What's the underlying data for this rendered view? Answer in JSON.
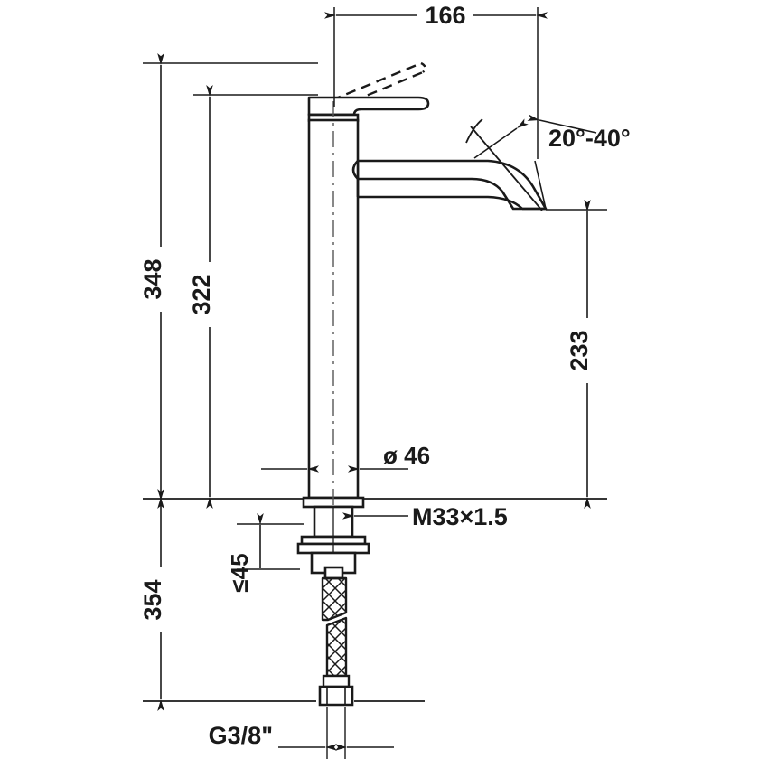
{
  "drawing": {
    "type": "technical-dimension-drawing",
    "subject": "single-lever basin mixer tall faucet",
    "units": "mm",
    "background_color": "#ffffff",
    "line_color": "#1a1a1a",
    "dimension_color": "#3c3c3c"
  },
  "dimensions": {
    "width_overall": "166",
    "height_overall": "348",
    "height_body": "322",
    "height_spout": "233",
    "height_below_deck": "354",
    "diameter_column": "ø 46",
    "thread_mounting": "M33×1.5",
    "deck_thickness_max": "≤45",
    "connection_thread": "G3/8\"",
    "swivel_angle": "20°-40°"
  },
  "labels": [
    {
      "id": "width-166",
      "text": "166",
      "orientation": "horizontal"
    },
    {
      "id": "angle-range",
      "text": "20°-40°",
      "orientation": "horizontal"
    },
    {
      "id": "height-348",
      "text": "348",
      "orientation": "vertical"
    },
    {
      "id": "height-322",
      "text": "322",
      "orientation": "vertical"
    },
    {
      "id": "height-233",
      "text": "233",
      "orientation": "vertical"
    },
    {
      "id": "height-354",
      "text": "354",
      "orientation": "vertical"
    },
    {
      "id": "deck-max-45",
      "text": "≤45",
      "orientation": "vertical"
    },
    {
      "id": "diameter-46",
      "text": "ø 46",
      "orientation": "horizontal"
    },
    {
      "id": "thread-m33",
      "text": "M33×1.5",
      "orientation": "horizontal"
    },
    {
      "id": "thread-g38",
      "text": "G3/8\"",
      "orientation": "horizontal"
    }
  ]
}
